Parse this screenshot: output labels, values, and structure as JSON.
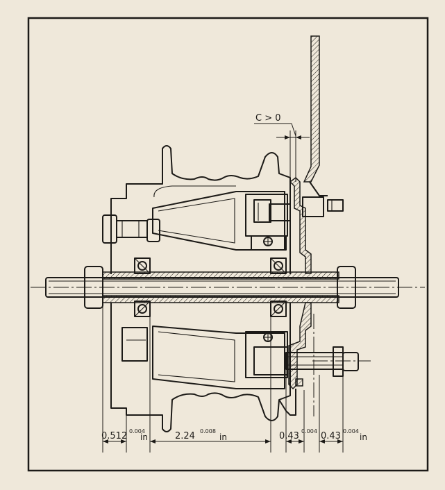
{
  "labels": {
    "clearance": "C > 0",
    "dim_1_value": "0.512",
    "dim_1_tol": "0.004",
    "dim_1_unit": "in",
    "dim_2_value": "2.24",
    "dim_2_tol": "0.008",
    "dim_2_unit": "in",
    "dim_3_value": "0.43",
    "dim_3_tol": "0.004",
    "dim_4_value": "0.43",
    "dim_4_tol": "0.004",
    "dim_4_unit": "in"
  }
}
